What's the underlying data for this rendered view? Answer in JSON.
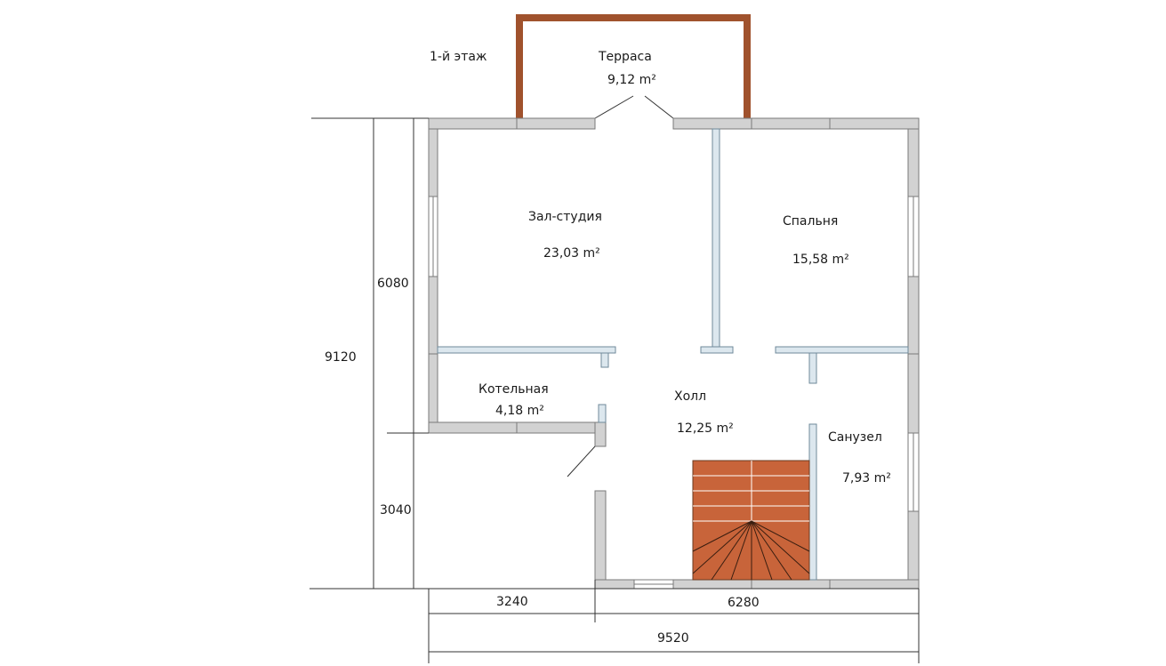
{
  "floor_label": "1-й этаж",
  "colors": {
    "wall_fill": "#d2d2d2",
    "interior_wall_fill": "#dce7ee",
    "terrace_frame": "#a0522d",
    "stair_fill": "#c8643a"
  },
  "rooms": {
    "terrace": {
      "name": "Терраса",
      "area": "9,12 m²"
    },
    "hall_studio": {
      "name": "Зал-студия",
      "area": "23,03 m²"
    },
    "bedroom": {
      "name": "Спальня",
      "area": "15,58 m²"
    },
    "boiler": {
      "name": "Котельная",
      "area": "4,18 m²"
    },
    "hall": {
      "name": "Холл",
      "area": "12,25 m²"
    },
    "bathroom": {
      "name": "Санузел",
      "area": "7,93 m²"
    }
  },
  "dimensions": {
    "left_upper": "6080",
    "left_lower": "3040",
    "left_total": "9120",
    "bottom_left": "3240",
    "bottom_right": "6280",
    "bottom_total": "9520"
  }
}
